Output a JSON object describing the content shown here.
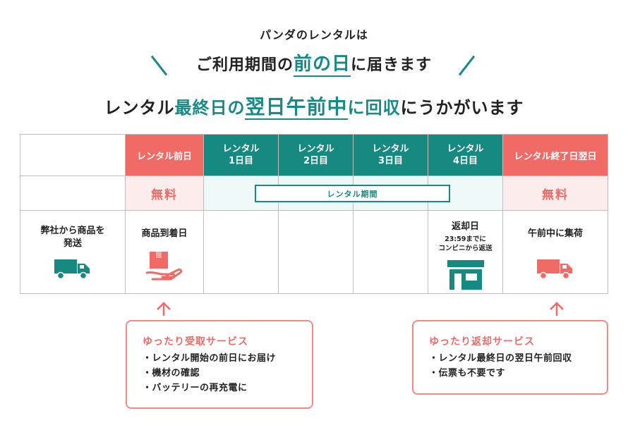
{
  "heading": {
    "line1": "パンダのレンタルは",
    "line2_pre": "ご利用期間の",
    "line2_hl": "前の日",
    "line2_post": "に届きます",
    "line3_pre": "レンタル",
    "line3_teal": "最終日の",
    "line3_hl": "翌日午前中",
    "line3_teal2": "に回収",
    "line3_post": "にうかがいます"
  },
  "columns": [
    {
      "line1": "レンタル前日"
    },
    {
      "line1": "レンタル",
      "line2": "1日目"
    },
    {
      "line1": "レンタル",
      "line2": "2日目"
    },
    {
      "line1": "レンタル",
      "line2": "3日目"
    },
    {
      "line1": "レンタル",
      "line2": "4日目"
    },
    {
      "line1": "レンタル終了日翌日"
    }
  ],
  "row2": {
    "free_left": "無料",
    "period": "レンタル期間",
    "free_right": "無料"
  },
  "row3": {
    "label_line1": "弊社から商品を",
    "label_line2": "発送",
    "arrival": "商品到着日",
    "return_title": "返却日",
    "return_sub1": "23:59までに",
    "return_sub2": "コンビニから返送",
    "pickup": "午前中に集荷"
  },
  "colors": {
    "teal": "#168a80",
    "pink": "#f06a66"
  },
  "icons": [
    "truck-icon",
    "package-hand-icon",
    "store-icon",
    "truck-icon"
  ],
  "receive_box": {
    "title": "ゆったり受取サービス",
    "items": [
      "・レンタル開始の前日にお届け",
      "・機材の確認",
      "・バッテリーの再充電に"
    ]
  },
  "return_box": {
    "title": "ゆったり返却サービス",
    "items": [
      "・レンタル最終日の翌日午前回収",
      "・伝票も不要です"
    ]
  }
}
